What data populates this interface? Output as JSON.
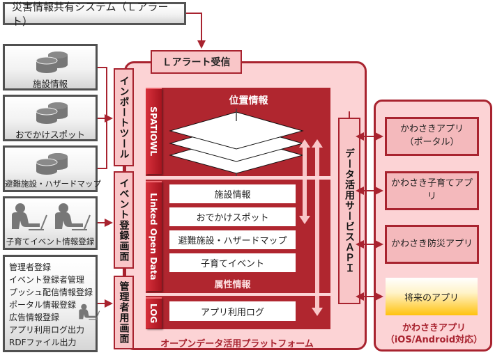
{
  "lalert_system": {
    "label": "災害情報共有システム（Ｌアラート）"
  },
  "lalert_receive": {
    "label": "Ｌアラート受信"
  },
  "sources": {
    "databases": [
      {
        "label": "施設情報",
        "icon": "database-icon"
      },
      {
        "label": "おでかけスポット",
        "icon": "database-icon"
      },
      {
        "label": "避難施設・ハザードマップ",
        "icon": "database-icon"
      }
    ],
    "event_registration": {
      "label": "子育てイベント情報登録",
      "icon": "person-at-computer-icon"
    },
    "admin_functions": {
      "items": [
        "管理者登録",
        "イベント登録者管理",
        "プッシュ配信情報登録",
        "ポータル情報登録",
        "広告情報登録",
        "アプリ利用ログ出力",
        "RDFファイル出力"
      ],
      "icon": "person-at-computer-icon"
    }
  },
  "interfaces": {
    "import_tool": "インポートツール",
    "event_screen": "イベント登録画面",
    "admin_screen": "管理者用画面"
  },
  "platform": {
    "title": "オープンデータ活用プラットフォーム",
    "spatiowl": {
      "tab": "SPATIOWL",
      "title": "位置情報",
      "icon": "stacked-layers-icon"
    },
    "lod": {
      "tab": "Linked Open Data",
      "items": [
        "施設情報",
        "おでかけスポット",
        "避難施設・ハザードマップ",
        "子育てイベント"
      ],
      "caption": "属性情報"
    },
    "log": {
      "tab": "LOG",
      "items": [
        "アプリ利用ログ"
      ]
    }
  },
  "api": {
    "label": "データ活用サービスＡＰＩ"
  },
  "apps": {
    "items": [
      {
        "label": "かわさきアプリ\n（ポータル）",
        "line1": "かわさきアプリ",
        "line2": "（ポータル）"
      },
      {
        "label": "かわさき子育てアプリ"
      },
      {
        "label": "かわさき防災アプリ"
      },
      {
        "label": "将来のアプリ"
      }
    ],
    "caption_line1": "かわさきアプリ",
    "caption_line2": "（iOS/Android対応）"
  },
  "colors": {
    "accent_red": "#a8232f",
    "panel_red": "#b0262f",
    "pink_fill": "#f9c6c8",
    "future_app_gradient_start": "#ffffff",
    "future_app_gradient_end": "#ffc20e"
  }
}
